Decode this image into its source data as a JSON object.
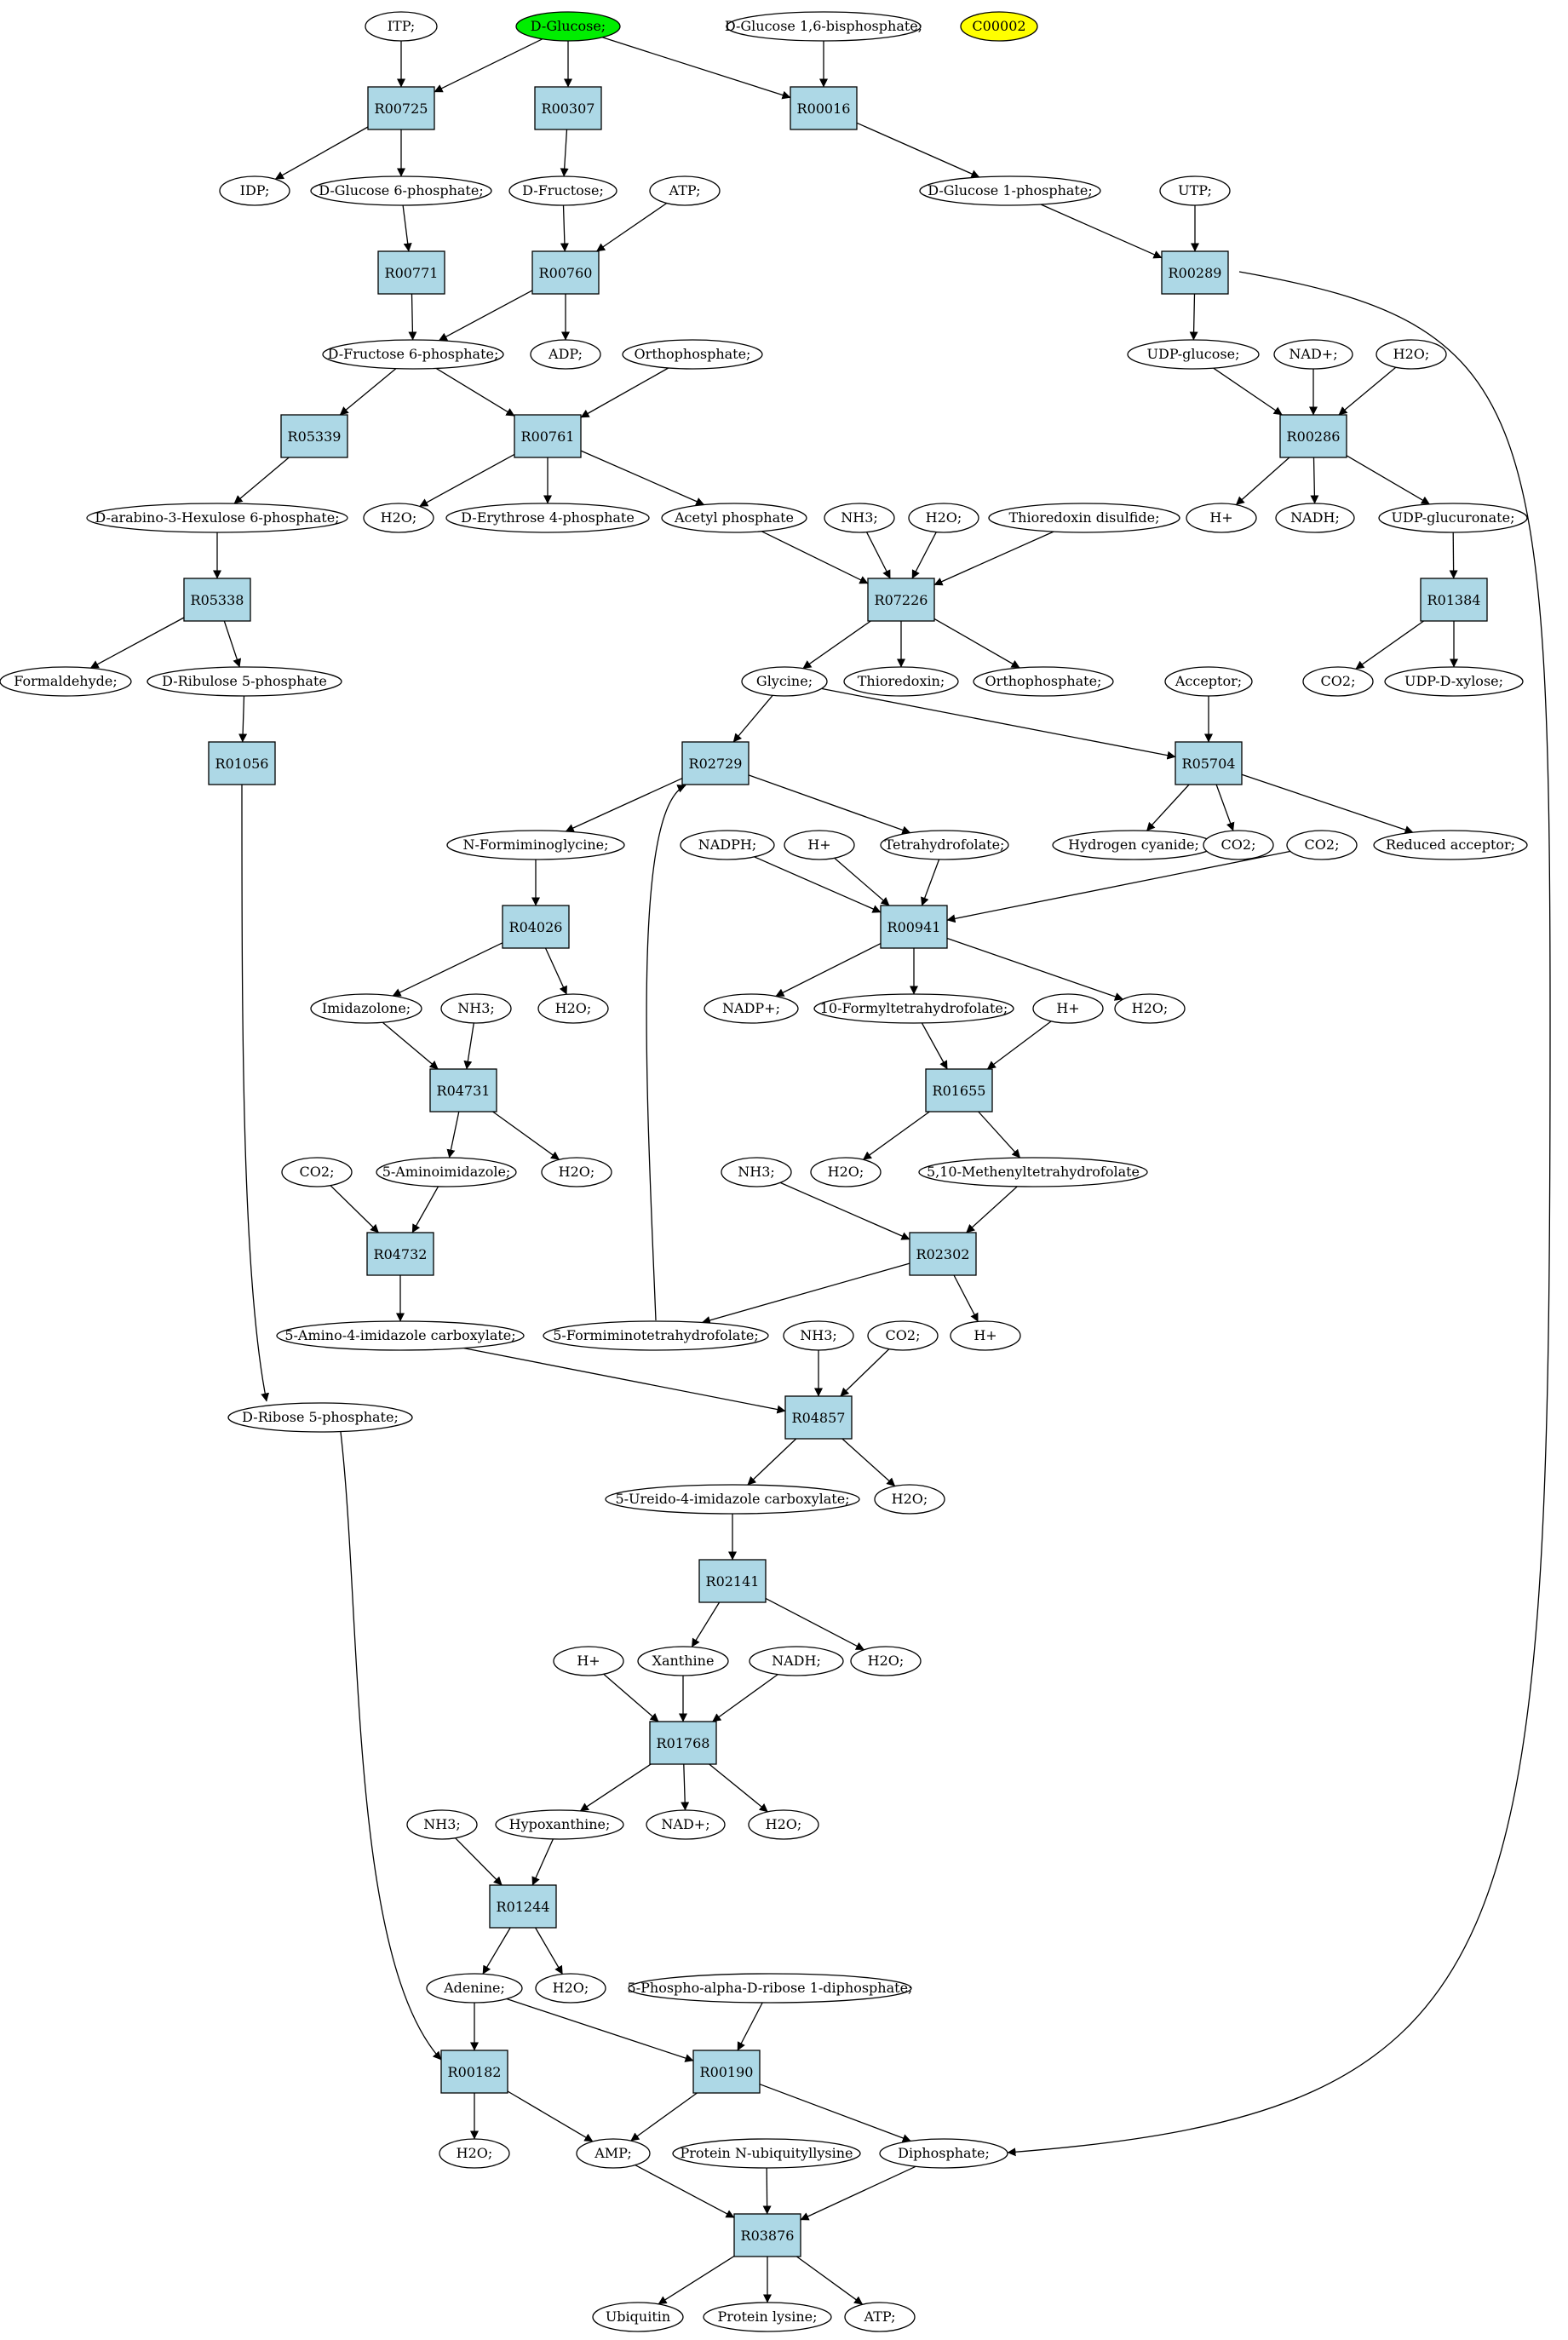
{
  "colors": {
    "reaction_fill": "#add8e6",
    "highlight_start": "#00ee00",
    "highlight_target": "#ffff00",
    "compound_fill": "#ffffff",
    "line": "#000000"
  },
  "compounds": [
    {
      "id": "itp",
      "label": "ITP;"
    },
    {
      "id": "glc",
      "label": "D-Glucose;",
      "fill": "#00ee00"
    },
    {
      "id": "g16bp",
      "label": "D-Glucose 1,6-bisphosphate;"
    },
    {
      "id": "c00002",
      "label": "C00002",
      "fill": "#ffff00"
    },
    {
      "id": "idp",
      "label": "IDP;"
    },
    {
      "id": "g6p",
      "label": "D-Glucose 6-phosphate;"
    },
    {
      "id": "fru",
      "label": "D-Fructose;"
    },
    {
      "id": "atp1",
      "label": "ATP;"
    },
    {
      "id": "g1p",
      "label": "D-Glucose 1-phosphate;"
    },
    {
      "id": "utp",
      "label": "UTP;"
    },
    {
      "id": "f6p",
      "label": "D-Fructose 6-phosphate;"
    },
    {
      "id": "adp",
      "label": "ADP;"
    },
    {
      "id": "pi1",
      "label": "Orthophosphate;"
    },
    {
      "id": "udpglc",
      "label": "UDP-glucose;"
    },
    {
      "id": "nad1",
      "label": "NAD+;"
    },
    {
      "id": "h2o1",
      "label": "H2O;"
    },
    {
      "id": "hex6p",
      "label": "D-arabino-3-Hexulose 6-phosphate;"
    },
    {
      "id": "h2o2",
      "label": "H2O;"
    },
    {
      "id": "e4p",
      "label": "D-Erythrose 4-phosphate"
    },
    {
      "id": "acp",
      "label": "Acetyl phosphate"
    },
    {
      "id": "nh31",
      "label": "NH3;"
    },
    {
      "id": "h2o3",
      "label": "H2O;"
    },
    {
      "id": "trxds",
      "label": "Thioredoxin disulfide;"
    },
    {
      "id": "h1",
      "label": "H+"
    },
    {
      "id": "nadh1",
      "label": "NADH;"
    },
    {
      "id": "udpgluc",
      "label": "UDP-glucuronate;"
    },
    {
      "id": "form",
      "label": "Formaldehyde;"
    },
    {
      "id": "ru5p",
      "label": "D-Ribulose 5-phosphate"
    },
    {
      "id": "gly",
      "label": "Glycine;"
    },
    {
      "id": "trx",
      "label": "Thioredoxin;"
    },
    {
      "id": "pi2",
      "label": "Orthophosphate;"
    },
    {
      "id": "acc",
      "label": "Acceptor;"
    },
    {
      "id": "co21",
      "label": "CO2;"
    },
    {
      "id": "udpxyl",
      "label": "UDP-D-xylose;"
    },
    {
      "id": "nfg",
      "label": "N-Formiminoglycine;"
    },
    {
      "id": "nadph",
      "label": "NADPH;"
    },
    {
      "id": "h2",
      "label": "H+"
    },
    {
      "id": "thf",
      "label": "Tetrahydrofolate;"
    },
    {
      "id": "hcn",
      "label": "Hydrogen cyanide;"
    },
    {
      "id": "co22",
      "label": "CO2;"
    },
    {
      "id": "co23",
      "label": "CO2;"
    },
    {
      "id": "redacc",
      "label": "Reduced acceptor;"
    },
    {
      "id": "imz",
      "label": "Imidazolone;"
    },
    {
      "id": "nh32",
      "label": "NH3;"
    },
    {
      "id": "h2o4",
      "label": "H2O;"
    },
    {
      "id": "nadp",
      "label": "NADP+;"
    },
    {
      "id": "fthf",
      "label": "10-Formyltetrahydrofolate;"
    },
    {
      "id": "h3",
      "label": "H+"
    },
    {
      "id": "h2o5",
      "label": "H2O;"
    },
    {
      "id": "co24",
      "label": "CO2;"
    },
    {
      "id": "aiz",
      "label": "5-Aminoimidazole;"
    },
    {
      "id": "h2o6",
      "label": "H2O;"
    },
    {
      "id": "nh33",
      "label": "NH3;"
    },
    {
      "id": "h2o7",
      "label": "H2O;"
    },
    {
      "id": "mthf",
      "label": "5,10-Methenyltetrahydrofolate"
    },
    {
      "id": "aic",
      "label": "5-Amino-4-imidazole carboxylate;"
    },
    {
      "id": "fithf",
      "label": "5-Formiminotetrahydrofolate;"
    },
    {
      "id": "h4",
      "label": "H+"
    },
    {
      "id": "nh34",
      "label": "NH3;"
    },
    {
      "id": "co25",
      "label": "CO2;"
    },
    {
      "id": "r5p",
      "label": "D-Ribose 5-phosphate;"
    },
    {
      "id": "uic",
      "label": "5-Ureido-4-imidazole carboxylate;"
    },
    {
      "id": "h2o8",
      "label": "H2O;"
    },
    {
      "id": "h5",
      "label": "H+"
    },
    {
      "id": "xan",
      "label": "Xanthine"
    },
    {
      "id": "nadh2",
      "label": "NADH;"
    },
    {
      "id": "h2o9",
      "label": "H2O;"
    },
    {
      "id": "nh35",
      "label": "NH3;"
    },
    {
      "id": "hyp",
      "label": "Hypoxanthine;"
    },
    {
      "id": "nad2",
      "label": "NAD+;"
    },
    {
      "id": "h2o10",
      "label": "H2O;"
    },
    {
      "id": "ade",
      "label": "Adenine;"
    },
    {
      "id": "h2o11",
      "label": "H2O;"
    },
    {
      "id": "prpp",
      "label": "5-Phospho-alpha-D-ribose 1-diphosphate;"
    },
    {
      "id": "h2o12",
      "label": "H2O;"
    },
    {
      "id": "amp",
      "label": "AMP;"
    },
    {
      "id": "pnub",
      "label": "Protein N-ubiquityllysine"
    },
    {
      "id": "ppi",
      "label": "Diphosphate;"
    },
    {
      "id": "ubq",
      "label": "Ubiquitin"
    },
    {
      "id": "plys",
      "label": "Protein lysine;"
    },
    {
      "id": "atp2",
      "label": "ATP;"
    }
  ],
  "reactions": [
    {
      "id": "R00725",
      "label": "R00725"
    },
    {
      "id": "R00307",
      "label": "R00307"
    },
    {
      "id": "R00016",
      "label": "R00016"
    },
    {
      "id": "R00771",
      "label": "R00771"
    },
    {
      "id": "R00760",
      "label": "R00760"
    },
    {
      "id": "R00289",
      "label": "R00289"
    },
    {
      "id": "R05339",
      "label": "R05339"
    },
    {
      "id": "R00761",
      "label": "R00761"
    },
    {
      "id": "R00286",
      "label": "R00286"
    },
    {
      "id": "R05338",
      "label": "R05338"
    },
    {
      "id": "R07226",
      "label": "R07226"
    },
    {
      "id": "R01384",
      "label": "R01384"
    },
    {
      "id": "R01056",
      "label": "R01056"
    },
    {
      "id": "R02729",
      "label": "R02729"
    },
    {
      "id": "R05704",
      "label": "R05704"
    },
    {
      "id": "R04026",
      "label": "R04026"
    },
    {
      "id": "R00941",
      "label": "R00941"
    },
    {
      "id": "R04731",
      "label": "R04731"
    },
    {
      "id": "R01655",
      "label": "R01655"
    },
    {
      "id": "R04732",
      "label": "R04732"
    },
    {
      "id": "R02302",
      "label": "R02302"
    },
    {
      "id": "R04857",
      "label": "R04857"
    },
    {
      "id": "R02141",
      "label": "R02141"
    },
    {
      "id": "R01768",
      "label": "R01768"
    },
    {
      "id": "R01244",
      "label": "R01244"
    },
    {
      "id": "R00182",
      "label": "R00182"
    },
    {
      "id": "R00190",
      "label": "R00190"
    },
    {
      "id": "R03876",
      "label": "R03876"
    }
  ],
  "edges": [
    [
      "itp",
      "R00725"
    ],
    [
      "glc",
      "R00725"
    ],
    [
      "glc",
      "R00307"
    ],
    [
      "glc",
      "R00016"
    ],
    [
      "g16bp",
      "R00016"
    ],
    [
      "R00725",
      "idp"
    ],
    [
      "R00725",
      "g6p"
    ],
    [
      "R00307",
      "fru"
    ],
    [
      "R00016",
      "g1p"
    ],
    [
      "g6p",
      "R00771"
    ],
    [
      "fru",
      "R00760"
    ],
    [
      "atp1",
      "R00760"
    ],
    [
      "g1p",
      "R00289"
    ],
    [
      "utp",
      "R00289"
    ],
    [
      "R00771",
      "f6p"
    ],
    [
      "R00760",
      "f6p"
    ],
    [
      "R00760",
      "adp"
    ],
    [
      "R00289",
      "udpglc"
    ],
    [
      "R00289",
      "ppi"
    ],
    [
      "f6p",
      "R05339"
    ],
    [
      "f6p",
      "R00761"
    ],
    [
      "pi1",
      "R00761"
    ],
    [
      "udpglc",
      "R00286"
    ],
    [
      "nad1",
      "R00286"
    ],
    [
      "h2o1",
      "R00286"
    ],
    [
      "R05339",
      "hex6p"
    ],
    [
      "R00761",
      "h2o2"
    ],
    [
      "R00761",
      "e4p"
    ],
    [
      "R00761",
      "acp"
    ],
    [
      "acp",
      "R07226"
    ],
    [
      "nh31",
      "R07226"
    ],
    [
      "h2o3",
      "R07226"
    ],
    [
      "trxds",
      "R07226"
    ],
    [
      "R00286",
      "h1"
    ],
    [
      "R00286",
      "nadh1"
    ],
    [
      "R00286",
      "udpgluc"
    ],
    [
      "hex6p",
      "R05338"
    ],
    [
      "R07226",
      "gly"
    ],
    [
      "R07226",
      "trx"
    ],
    [
      "R07226",
      "pi2"
    ],
    [
      "udpgluc",
      "R01384"
    ],
    [
      "R05338",
      "form"
    ],
    [
      "R05338",
      "ru5p"
    ],
    [
      "R01384",
      "co21"
    ],
    [
      "R01384",
      "udpxyl"
    ],
    [
      "ru5p",
      "R01056"
    ],
    [
      "gly",
      "R02729"
    ],
    [
      "gly",
      "R05704"
    ],
    [
      "acc",
      "R05704"
    ],
    [
      "fithf",
      "R02729"
    ],
    [
      "R02729",
      "nfg"
    ],
    [
      "R02729",
      "thf"
    ],
    [
      "R05704",
      "hcn"
    ],
    [
      "R05704",
      "co22"
    ],
    [
      "R05704",
      "redacc"
    ],
    [
      "nfg",
      "R04026"
    ],
    [
      "nadph",
      "R00941"
    ],
    [
      "h2",
      "R00941"
    ],
    [
      "thf",
      "R00941"
    ],
    [
      "co23",
      "R00941"
    ],
    [
      "R04026",
      "imz"
    ],
    [
      "R04026",
      "h2o4"
    ],
    [
      "R00941",
      "nadp"
    ],
    [
      "R00941",
      "fthf"
    ],
    [
      "R00941",
      "h2o5"
    ],
    [
      "imz",
      "R04731"
    ],
    [
      "nh32",
      "R04731"
    ],
    [
      "fthf",
      "R01655"
    ],
    [
      "h3",
      "R01655"
    ],
    [
      "R04731",
      "aiz"
    ],
    [
      "R04731",
      "h2o6"
    ],
    [
      "R01655",
      "h2o7"
    ],
    [
      "R01655",
      "mthf"
    ],
    [
      "co24",
      "R04732"
    ],
    [
      "aiz",
      "R04732"
    ],
    [
      "nh33",
      "R02302"
    ],
    [
      "mthf",
      "R02302"
    ],
    [
      "R04732",
      "aic"
    ],
    [
      "R02302",
      "fithf"
    ],
    [
      "R02302",
      "h4"
    ],
    [
      "R01056",
      "r5p"
    ],
    [
      "aic",
      "R04857"
    ],
    [
      "nh34",
      "R04857"
    ],
    [
      "co25",
      "R04857"
    ],
    [
      "R04857",
      "uic"
    ],
    [
      "R04857",
      "h2o8"
    ],
    [
      "uic",
      "R02141"
    ],
    [
      "R02141",
      "xan"
    ],
    [
      "R02141",
      "h2o9"
    ],
    [
      "h5",
      "R01768"
    ],
    [
      "xan",
      "R01768"
    ],
    [
      "nadh2",
      "R01768"
    ],
    [
      "R01768",
      "hyp"
    ],
    [
      "R01768",
      "nad2"
    ],
    [
      "R01768",
      "h2o10"
    ],
    [
      "nh35",
      "R01244"
    ],
    [
      "hyp",
      "R01244"
    ],
    [
      "R01244",
      "ade"
    ],
    [
      "R01244",
      "h2o11"
    ],
    [
      "ade",
      "R00182"
    ],
    [
      "r5p",
      "R00182"
    ],
    [
      "ade",
      "R00190"
    ],
    [
      "prpp",
      "R00190"
    ],
    [
      "R00182",
      "h2o12"
    ],
    [
      "R00182",
      "amp"
    ],
    [
      "R00190",
      "amp"
    ],
    [
      "R00190",
      "ppi"
    ],
    [
      "amp",
      "R03876"
    ],
    [
      "pnub",
      "R03876"
    ],
    [
      "ppi",
      "R03876"
    ],
    [
      "R03876",
      "ubq"
    ],
    [
      "R03876",
      "plys"
    ],
    [
      "R03876",
      "atp2"
    ]
  ]
}
